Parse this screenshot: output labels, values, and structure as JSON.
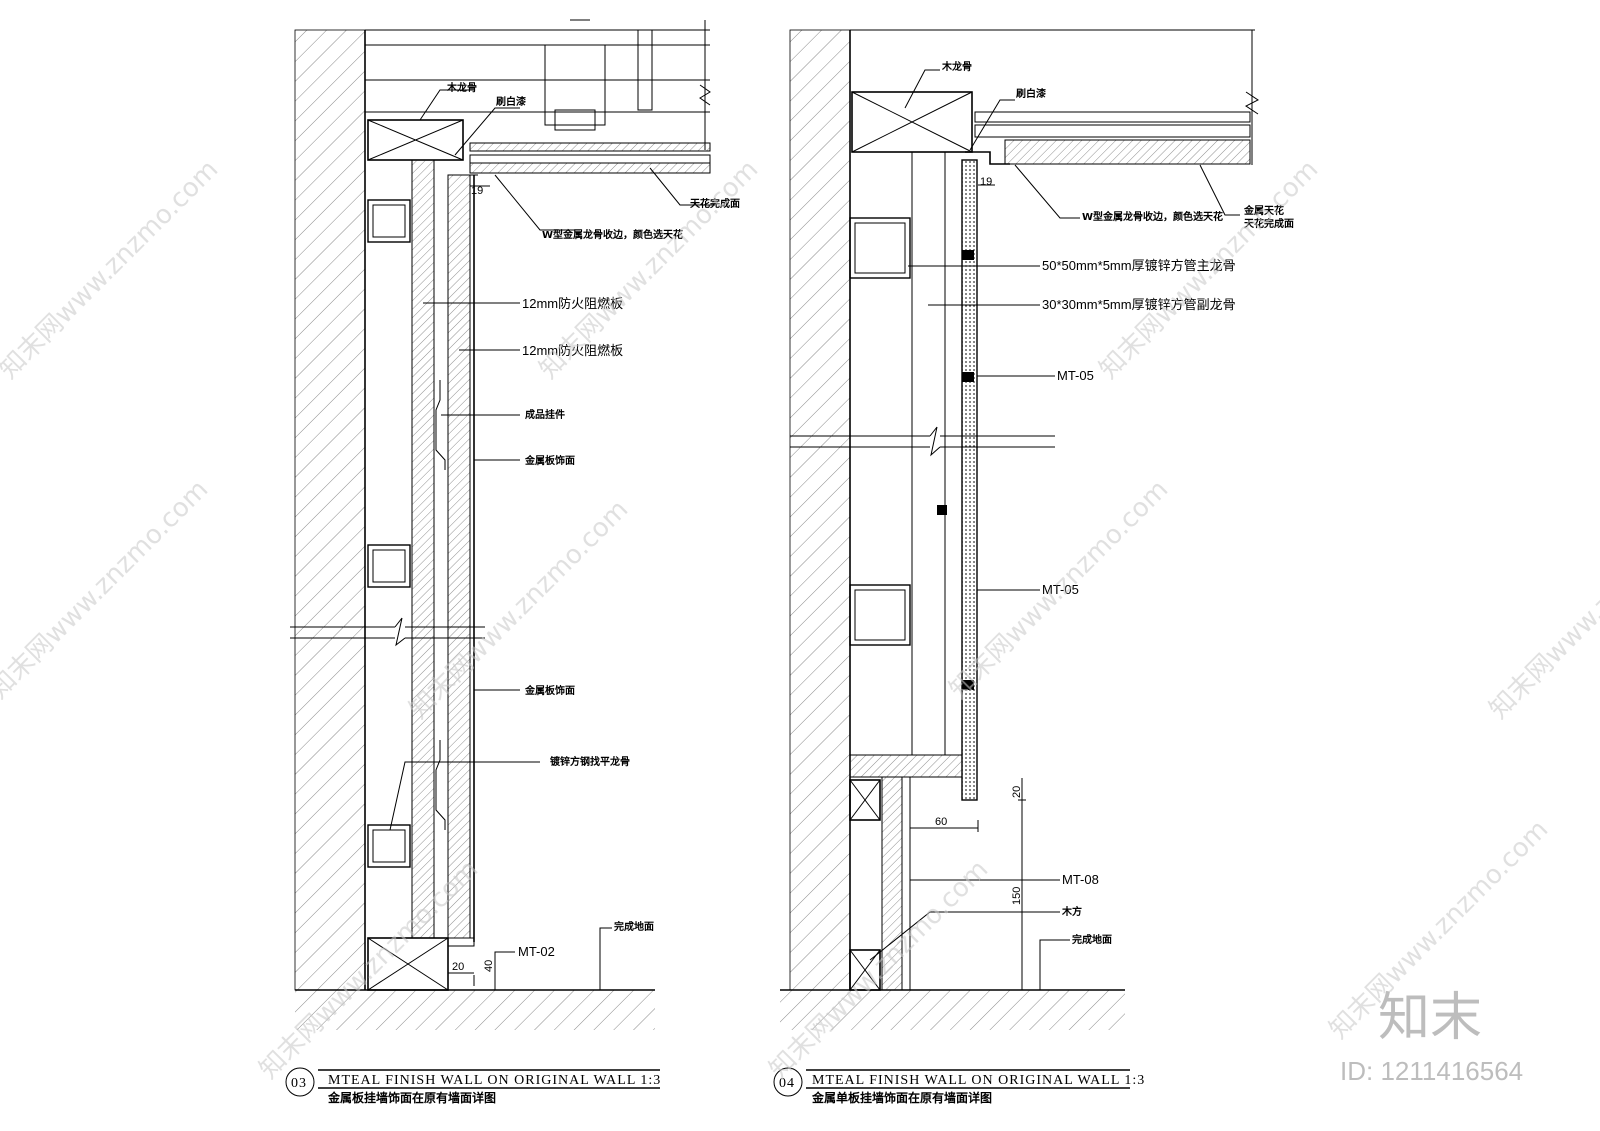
{
  "left_detail": {
    "number": "03",
    "title_en": "MTEAL FINISH WALL ON ORIGINAL WALL 1:3",
    "title_cn": "金属板挂墙饰面在原有墙面详图",
    "labels": {
      "wood_keel": "木龙骨",
      "brush_paint": "刷白漆",
      "ceiling_finish": "天花完成面",
      "w_keel": "W型金属龙骨收边，颜色选天花",
      "fireboard_1": "12mm防火阻燃板",
      "fireboard_2": "12mm防火阻燃板",
      "hanger": "成品挂件",
      "metal_face_1": "金属板饰面",
      "metal_face_2": "金属板饰面",
      "steel_keel": "镀锌方钢找平龙骨",
      "finish_floor": "完成地面",
      "mt02": "MT-02"
    },
    "dims": {
      "d19": "19",
      "d20": "20",
      "d40": "40"
    }
  },
  "right_detail": {
    "number": "04",
    "title_en": "MTEAL FINISH WALL ON ORIGINAL WALL 1:3",
    "title_cn": "金属单板挂墙饰面在原有墙面详图",
    "labels": {
      "wood_keel": "木龙骨",
      "brush_paint": "刷白漆",
      "w_keel": "W型金属龙骨收边，颜色选天花",
      "metal_ceiling": "金属天花",
      "ceiling_finish": "天花完成面",
      "main_keel": "50*50mm*5mm厚镀锌方管主龙骨",
      "sub_keel": "30*30mm*5mm厚镀锌方管副龙骨",
      "mt05_1": "MT-05",
      "mt05_2": "MT-05",
      "mt08": "MT-08",
      "wood_block": "木方",
      "finish_floor": "完成地面"
    },
    "dims": {
      "d19": "19",
      "d20": "20",
      "d60": "60",
      "d150": "150"
    }
  },
  "watermark": {
    "site": "知末网www.znzmo.com",
    "brand": "知末",
    "id": "ID: 1211416564"
  }
}
